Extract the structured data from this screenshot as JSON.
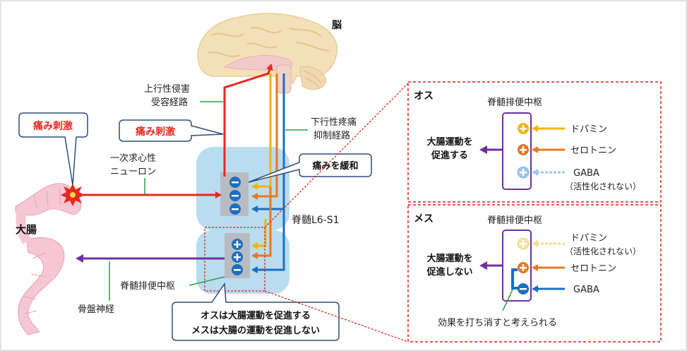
{
  "labels": {
    "brain": "脳",
    "ascending_path_1": "上行性侵害",
    "ascending_path_2": "受容経路",
    "descending_path_1": "下行性疼痛",
    "descending_path_2": "抑制経路",
    "pain_stimulus_left": "痛み刺激",
    "pain_stimulus_center": "痛み刺激",
    "primary_neuron_1": "一次求心性",
    "primary_neuron_2": "ニューロン",
    "pain_relief": "痛みを緩和",
    "large_intestine": "大腸",
    "spinal_cord": "脊髄L6-S1",
    "defecation_center": "脊髄排便中枢",
    "pelvic_nerve": "骨盤神経",
    "summary_1": "オスは大腸運動を促進する",
    "summary_2": "メスは大腸の運動を促進しない"
  },
  "male_panel": {
    "title": "オス",
    "center": "脊髄排便中枢",
    "effect_1": "大腸運動を",
    "effect_2": "促進する",
    "dopamine": "ドパミン",
    "serotonin": "セロトニン",
    "gaba": "GABA",
    "gaba_note": "（活性化されない）"
  },
  "female_panel": {
    "title": "メス",
    "center": "脊髄排便中枢",
    "effect_1": "大腸運動を",
    "effect_2": "促進しない",
    "dopamine": "ドパミン",
    "dopamine_note": "（活性化されない）",
    "serotonin": "セロトニン",
    "gaba": "GABA",
    "cancel_note": "効果を打ち消すと考えられる"
  },
  "colors": {
    "pain_red": "#e8281e",
    "dopamine_yellow": "#f5b400",
    "serotonin_orange": "#e87722",
    "gaba_blue": "#1b6fc2",
    "output_purple": "#7030a0",
    "panel_border": "#d9201a",
    "spinal_bg": "#b9dcef",
    "callout_border": "#2e4d7b",
    "neuron_bg": "#b8bcc2"
  }
}
